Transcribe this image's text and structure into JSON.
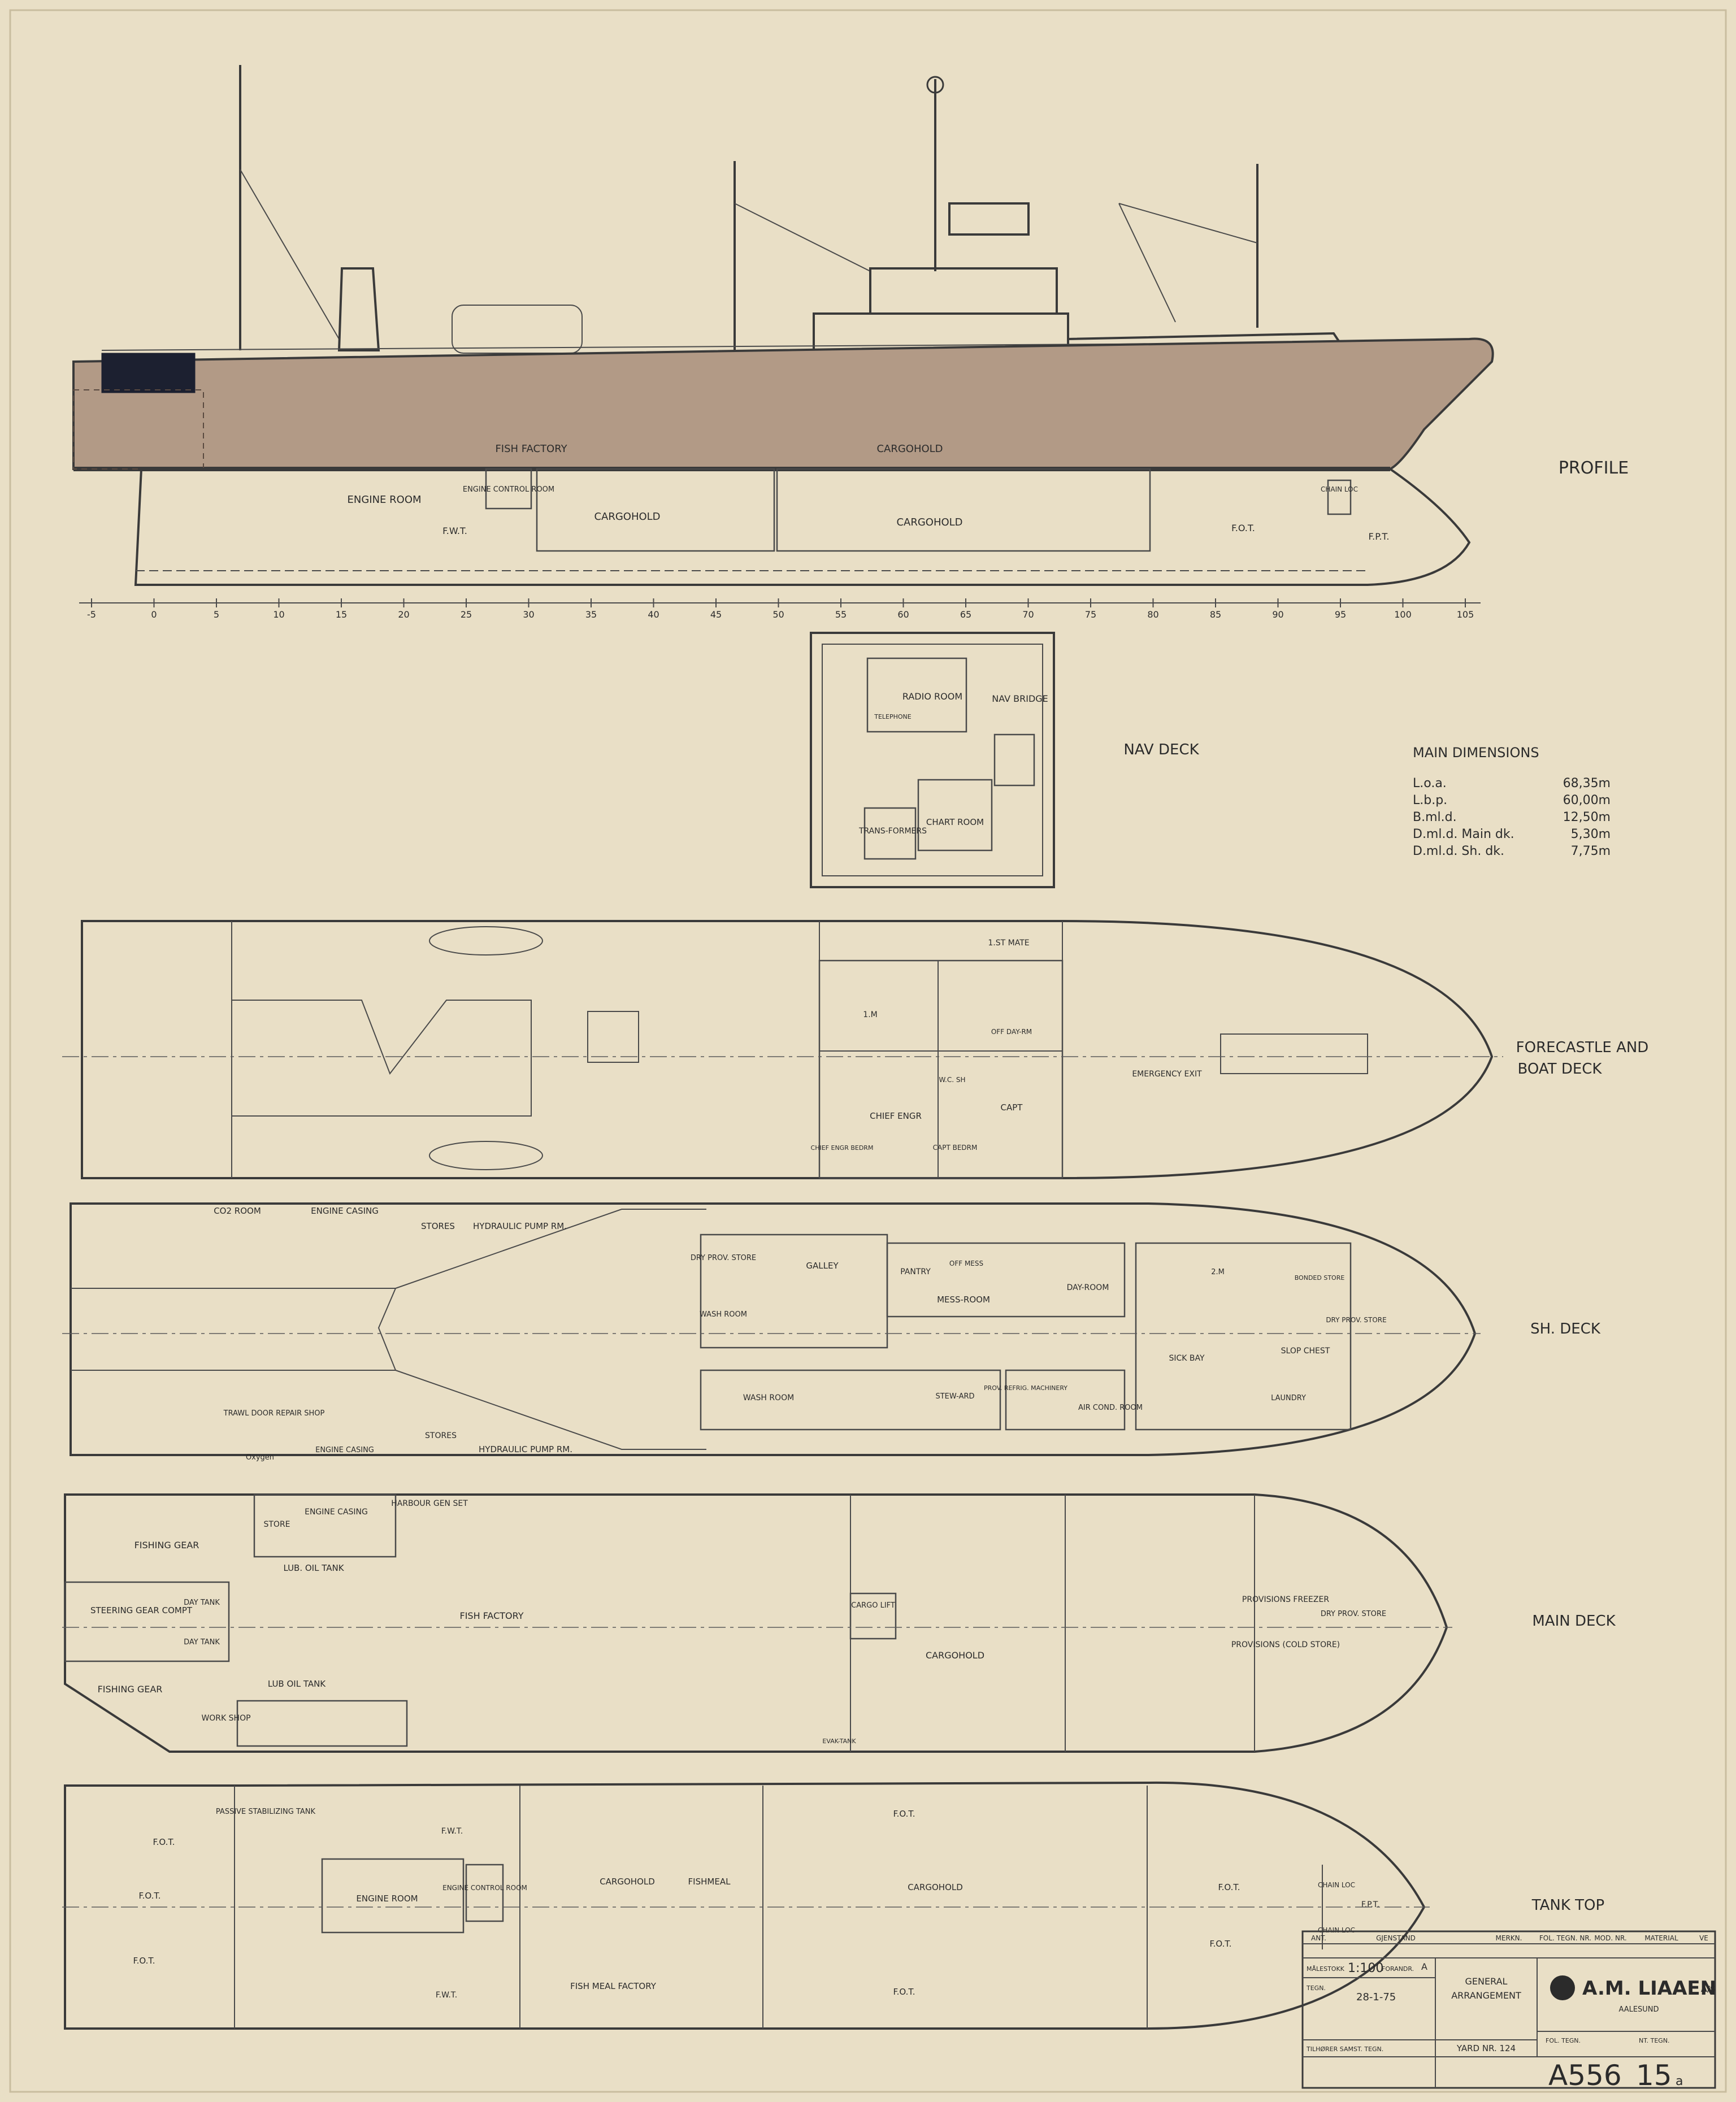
{
  "sheet": {
    "views": {
      "profile": "PROFILE",
      "nav_deck": "NAV DECK",
      "forecastle_1": "FORECASTLE AND",
      "forecastle_2": "BOAT DECK",
      "sh_deck": "SH. DECK",
      "main_deck": "MAIN DECK",
      "tank_top": "TANK TOP"
    },
    "dimensions": {
      "title": "MAIN DIMENSIONS",
      "rows": [
        {
          "label": "L.o.a.",
          "value": "68,35m"
        },
        {
          "label": "L.b.p.",
          "value": "60,00m"
        },
        {
          "label": "B.ml.d.",
          "value": "12,50m"
        },
        {
          "label": "D.ml.d. Main dk.",
          "value": "5,30m"
        },
        {
          "label": "D.ml.d. Sh. dk.",
          "value": "7,75m"
        }
      ]
    },
    "frames": [
      "-5",
      "0",
      "5",
      "10",
      "15",
      "20",
      "25",
      "30",
      "35",
      "40",
      "45",
      "50",
      "55",
      "60",
      "65",
      "70",
      "75",
      "80",
      "85",
      "90",
      "95",
      "100",
      "105"
    ],
    "profile_labels": {
      "fish_factory": "FISH FACTORY",
      "cargohold": "CARGOHOLD",
      "engine_room": "ENGINE ROOM",
      "engine_control": "ENGINE CONTROL ROOM",
      "cargohold_1": "CARGOHOLD",
      "cargohold_2": "CARGOHOLD",
      "fwt": "F.W.T.",
      "fot": "F.O.T.",
      "fpt": "F.P.T.",
      "chain_loc": "CHAIN LOC"
    },
    "nav_labels": {
      "radio": "RADIO ROOM",
      "bridge": "NAV BRIDGE",
      "chart": "CHART ROOM",
      "transformers": "TRANS-FORMERS",
      "telephone": "TELEPHONE"
    },
    "boat_labels": {
      "first_mate": "1.ST MATE",
      "one_m": "1.M",
      "chief_engr": "CHIEF ENGR",
      "capt": "CAPT",
      "capt_bedrm": "CAPT BEDRM",
      "off_day": "OFF DAY-RM",
      "emergency": "EMERGENCY EXIT",
      "chief_bedrm": "CHIEF ENGR BEDRM",
      "wc_sh": "W.C. SH"
    },
    "sh_labels": {
      "co2": "CO2 ROOM",
      "engine_casing_1": "ENGINE CASING",
      "stores_1": "STORES",
      "hyd_1": "HYDRAULIC PUMP RM.",
      "dry_prov": "DRY PROV. STORE",
      "galley": "GALLEY",
      "pantry": "PANTRY",
      "off_mess": "OFF MESS",
      "mess": "MESS-ROOM",
      "day_room": "DAY-ROOM",
      "wash_1": "WASH ROOM",
      "wash_2": "WASH ROOM",
      "steward": "STEW-ARD",
      "prov_refr": "PROV. REFRIG. MACHINERY",
      "air_cond": "AIR COND. ROOM",
      "sick_bay": "SICK BAY",
      "slop": "SLOP CHEST",
      "laundry": "LAUNDRY",
      "bonded": "BONDED STORE",
      "dry_prov_2": "DRY PROV. STORE",
      "trawl_door": "TRAWL DOOR REPAIR SHOP",
      "engine_casing_2": "ENGINE CASING",
      "stores_2": "STORES",
      "hyd_2": "HYDRAULIC PUMP RM.",
      "oxygen": "Oxygen",
      "two_m": "2.M"
    },
    "main_labels": {
      "fishing_gear_1": "FISHING GEAR",
      "fishing_gear_2": "FISHING GEAR",
      "steering": "STEERING GEAR COMPT",
      "day_tank_1": "DAY TANK",
      "day_tank_2": "DAY TANK",
      "store": "STORE",
      "engine_casing": "ENGINE CASING",
      "harbour": "HARBOUR GEN SET",
      "lub_oil_1": "LUB. OIL TANK",
      "lub_oil_2": "LUB OIL TANK",
      "work_shop": "WORK SHOP",
      "fish_factory": "FISH FACTORY",
      "cargo_lift": "CARGO LIFT",
      "cargohold": "CARGOHOLD",
      "prov_freezer": "PROVISIONS FREEZER",
      "prov_cold": "PROVISIONS (COLD STORE)",
      "dry_prov": "DRY PROV. STORE",
      "evak": "EVAK-TANK"
    },
    "tank_labels": {
      "fot_1": "F.O.T.",
      "fot_2": "F.O.T.",
      "fot_3": "F.O.T.",
      "fot_4": "F.O.T.",
      "fot_5": "F.O.T.",
      "fot_6": "F.O.T.",
      "fot_7": "F.O.T.",
      "passive": "PASSIVE STABILIZING TANK",
      "fwt_1": "F.W.T.",
      "fwt_2": "F.W.T.",
      "engine_room": "ENGINE ROOM",
      "engine_control": "ENGINE CONTROL ROOM",
      "cargohold_1": "CARGOHOLD",
      "fishmeal": "FISHMEAL",
      "cargohold_2": "CARGOHOLD",
      "fish_meal_factory": "FISH MEAL FACTORY",
      "chain_loc_1": "CHAIN LOC",
      "chain_loc_2": "CHAIN LOC",
      "fpt": "F.P.T."
    },
    "title_block": {
      "header": [
        "ANT.",
        "GJENSTAND",
        "MERKN.",
        "FOL. TEGN. NR.",
        "MOD. NR.",
        "MATERIAL",
        "VE"
      ],
      "malestokk_label": "MÅLESTOKK",
      "scale": "1:100",
      "forandr_label": "FORANDR.",
      "revision": "A",
      "tegn_label": "TEGN.",
      "date": "28-1-75",
      "general": "GENERAL",
      "arrangement": "ARRANGEMENT",
      "tilhorer": "TILHØRER SAMST. TEGN.",
      "yard": "YARD NR. 124",
      "company": "A.M. LIAAEN",
      "company_suffix": "A/S",
      "city": "AALESUND",
      "fol_tegn": "FOL. TEGN.",
      "nt_tegn": "NT. TEGN.",
      "drawing_no": "A556",
      "sheet_no": "15",
      "rev_mark": "a"
    }
  }
}
